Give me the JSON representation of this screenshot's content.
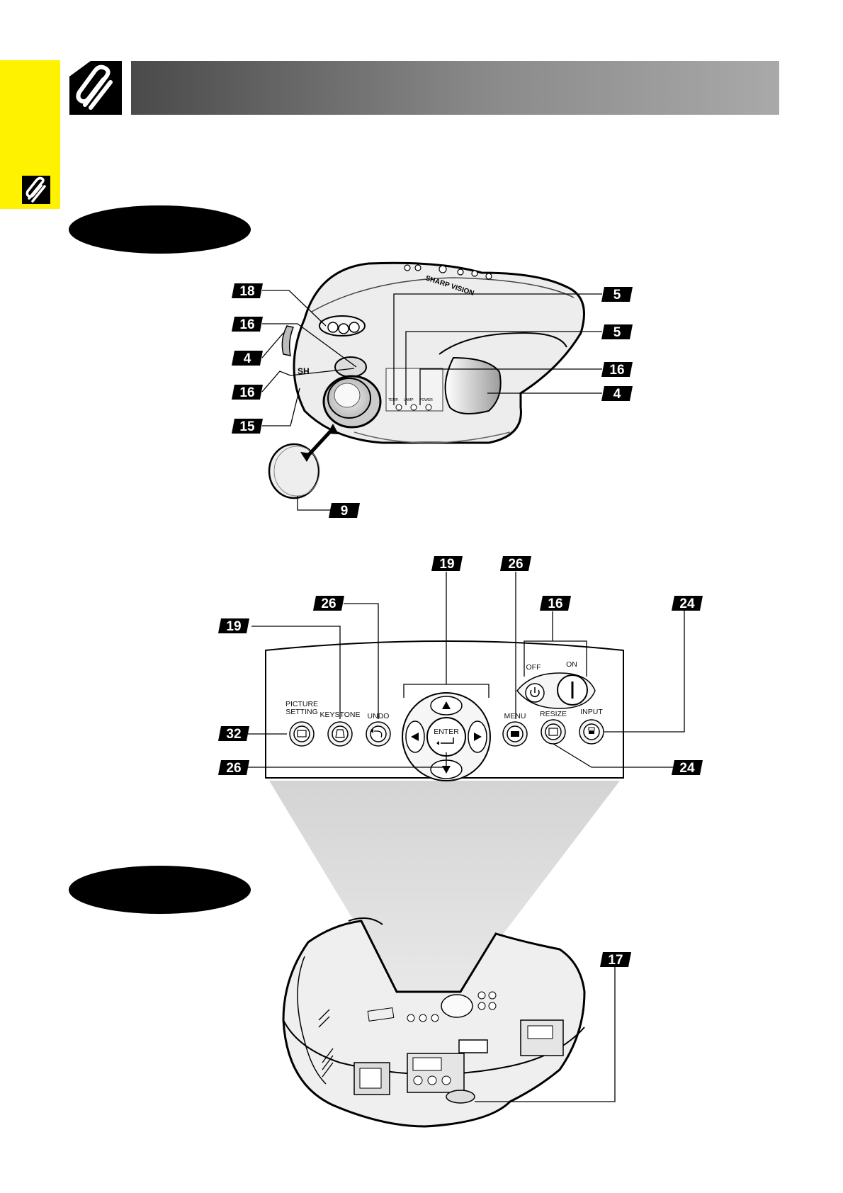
{
  "front_view": {
    "callouts": [
      "18",
      "16",
      "4",
      "16",
      "15",
      "5",
      "5",
      "16",
      "4",
      "9"
    ],
    "projector_text": {
      "brand": "SHARP VISION",
      "led_temp": "TEMP.",
      "led_lamp": "LAMP",
      "led_power": "POWER"
    }
  },
  "control_panel": {
    "callouts": {
      "arrows_top": "19",
      "menu_top": "26",
      "power": "16",
      "input": "24",
      "undo": "26",
      "keystone": "19",
      "picture": "32",
      "enter": "26",
      "resize": "24"
    },
    "labels": {
      "picture_setting_1": "PICTURE",
      "picture_setting_2": "SETTING",
      "keystone": "KEYSTONE",
      "undo": "UNDO",
      "menu": "MENU",
      "resize": "RESIZE",
      "input": "INPUT",
      "off": "OFF",
      "on": "ON",
      "enter": "ENTER"
    }
  },
  "rear_view": {
    "callouts": [
      "17"
    ]
  }
}
